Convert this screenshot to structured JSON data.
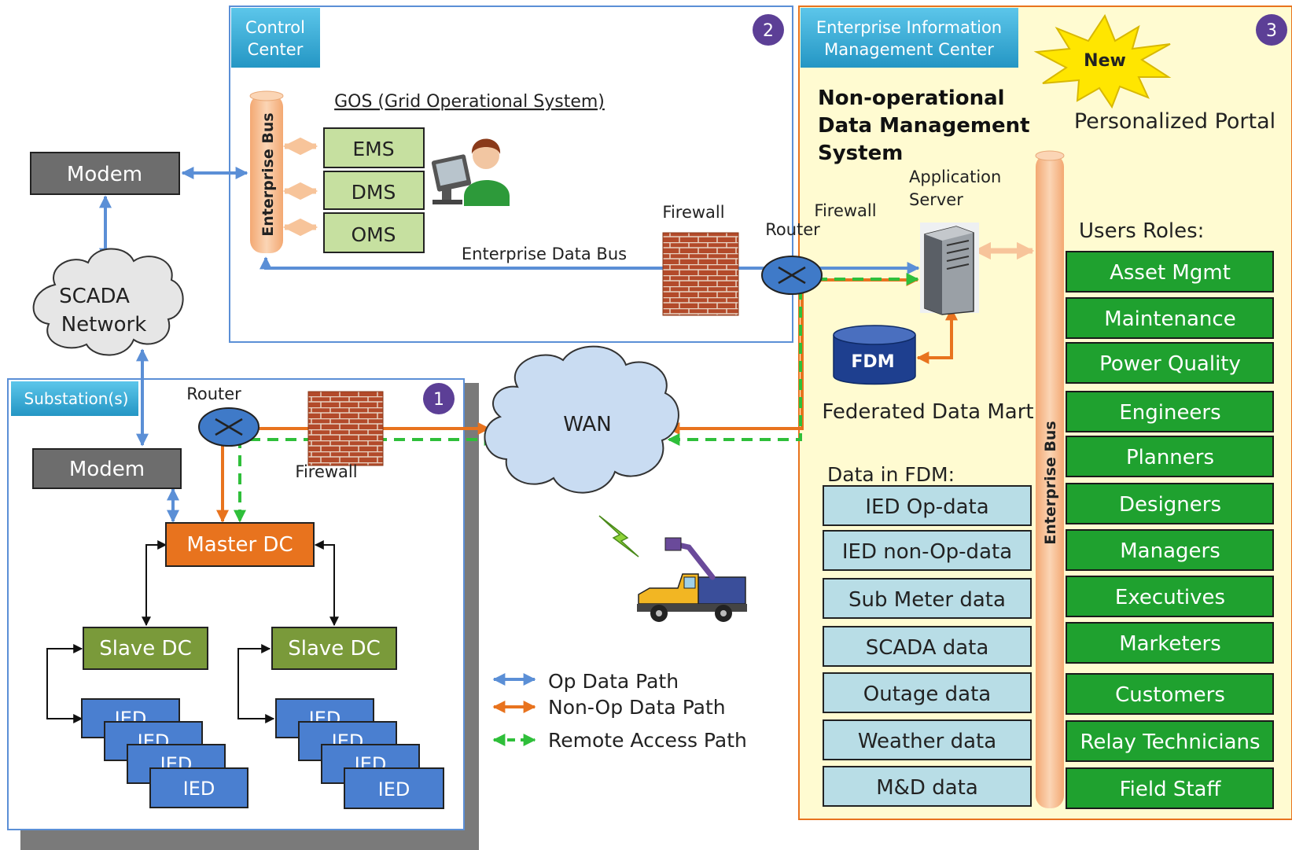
{
  "colors": {
    "op_path": "#5b8fd6",
    "nonop_path": "#e8731e",
    "remote_path": "#2fbf3a",
    "role_green": "#1fa12f",
    "ems_green": "#c6e0a0",
    "slave_green": "#7a9a3a",
    "master_orange": "#e8731e",
    "ied_blue": "#4a7fd0",
    "fdm_data_blue": "#b8dde6",
    "eimc_yellow": "#fffbd1",
    "header_teal": "#3ab0d8",
    "modem_gray": "#6d6d6d",
    "bus_peach": "#f7c49a",
    "badge_purple": "#5c3f96"
  },
  "panels": {
    "control_center": {
      "title_line1": "Control",
      "title_line2": "Center",
      "badge": "2"
    },
    "substation": {
      "title": "Substation(s)",
      "badge": "1"
    },
    "eimc": {
      "title_line1": "Enterprise Information",
      "title_line2": "Management Center",
      "badge": "3"
    }
  },
  "control_center": {
    "gos_label": "GOS (Grid Operational System)",
    "enterprise_bus": "Enterprise Bus",
    "systems": [
      "EMS",
      "DMS",
      "OMS"
    ],
    "enterprise_data_bus": "Enterprise Data Bus",
    "firewall": "Firewall",
    "router": "Router"
  },
  "network": {
    "modem_top": "Modem",
    "scada_line1": "SCADA",
    "scada_line2": "Network",
    "wan": "WAN"
  },
  "substation": {
    "router": "Router",
    "firewall": "Firewall",
    "modem": "Modem",
    "master_dc": "Master DC",
    "slave_dc": "Slave DC",
    "ied": "IED"
  },
  "eimc": {
    "nodms_line1": "Non-operational",
    "nodms_line2": "Data Management",
    "nodms_line3": "System",
    "new_badge": "New",
    "portal": "Personalized Portal",
    "firewall": "Firewall",
    "app_server_line1": "Application",
    "app_server_line2": "Server",
    "fdm": "FDM",
    "fdm_label": "Federated Data Mart",
    "data_title": "Data in FDM:",
    "data_items": [
      "IED  Op-data",
      "IED non-Op-data",
      "Sub Meter data",
      "SCADA data",
      "Outage data",
      "Weather data",
      "M&D data"
    ],
    "enterprise_bus": "Enterprise Bus",
    "roles_title": "Users Roles:",
    "roles": [
      "Asset Mgmt",
      "Maintenance",
      "Power Quality",
      "Engineers",
      "Planners",
      "Designers",
      "Managers",
      "Executives",
      "Marketers",
      "Customers",
      "Relay Technicians",
      "Field Staff"
    ]
  },
  "legend": {
    "op": "Op Data Path",
    "nonop": "Non-Op Data Path",
    "remote": "Remote Access Path"
  }
}
